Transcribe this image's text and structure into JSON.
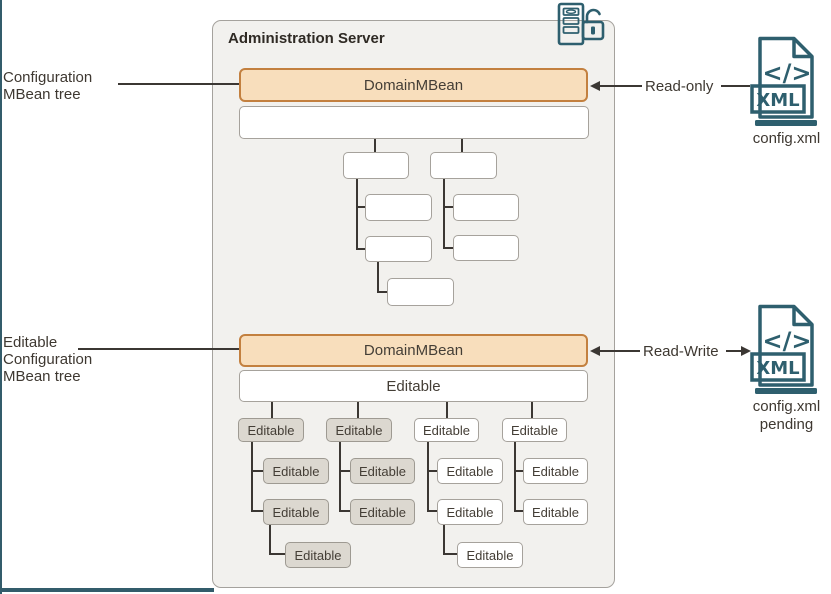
{
  "frame": {
    "accent_color": "#335C6B"
  },
  "admin_panel": {
    "title": "Administration Server"
  },
  "config_tree": {
    "side_label": "Configuration\nMBean tree",
    "root_label": "DomainMBean"
  },
  "edit_tree": {
    "side_label": "Editable\nConfiguration\nMBean tree",
    "root_label": "DomainMBean",
    "wide_label": "Editable",
    "node_label": "Editable"
  },
  "readonly": {
    "label": "Read-only",
    "file_caption": "config.xml"
  },
  "readwrite": {
    "label": "Read-Write",
    "file_caption": "config.xml\npending"
  },
  "xml_icon": {
    "code_glyph": "</>",
    "badge": "XML"
  },
  "colors": {
    "mbean_fill": "#F8DEBC",
    "mbean_border": "#C3803F",
    "editable_gray_fill": "#DCD8D0",
    "teal_icon": "#2E5F6E",
    "line": "#3B3733",
    "panel_fill": "#F2F1EE"
  }
}
